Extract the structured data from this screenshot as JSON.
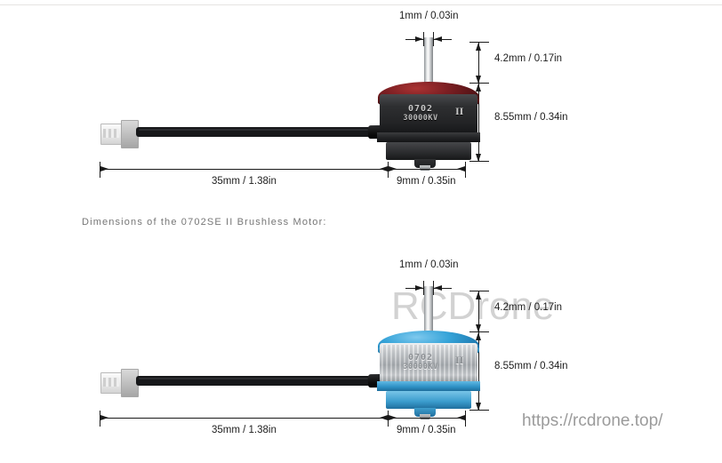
{
  "image": {
    "kind": "product-dimension-diagram",
    "background_color": "#ffffff"
  },
  "caption": {
    "text": "Dimensions of the 0702SE II Brushless Motor:",
    "color": "#767676"
  },
  "watermark": {
    "brand": "RCDrone",
    "brand_color": "#d2d2d2",
    "url": "https://rcdrone.top/",
    "url_color": "#9b9b9b"
  },
  "panels": [
    {
      "id": "top-panel",
      "variant": "red",
      "motor": {
        "model": "0702",
        "kv": "30000KV",
        "mark": "II",
        "bell_color": "#7d1f23",
        "body_color": "#2e2f31"
      },
      "dimensions": {
        "shaft_diameter": "1mm / 0.03in",
        "shaft_height": "4.2mm / 0.17in",
        "body_height": "8.55mm / 0.34in",
        "cable_length": "35mm / 1.38in",
        "motor_width": "9mm / 0.35in"
      }
    },
    {
      "id": "bottom-panel",
      "variant": "blue",
      "motor": {
        "model": "0702",
        "kv": "30000KV",
        "mark": "II",
        "bell_color": "#35a3d8",
        "body_color": "#cfd2d5"
      },
      "dimensions": {
        "shaft_diameter": "1mm / 0.03in",
        "shaft_height": "4.2mm / 0.17in",
        "body_height": "8.55mm / 0.34in",
        "cable_length": "35mm / 1.38in",
        "motor_width": "9mm / 0.35in"
      }
    }
  ]
}
